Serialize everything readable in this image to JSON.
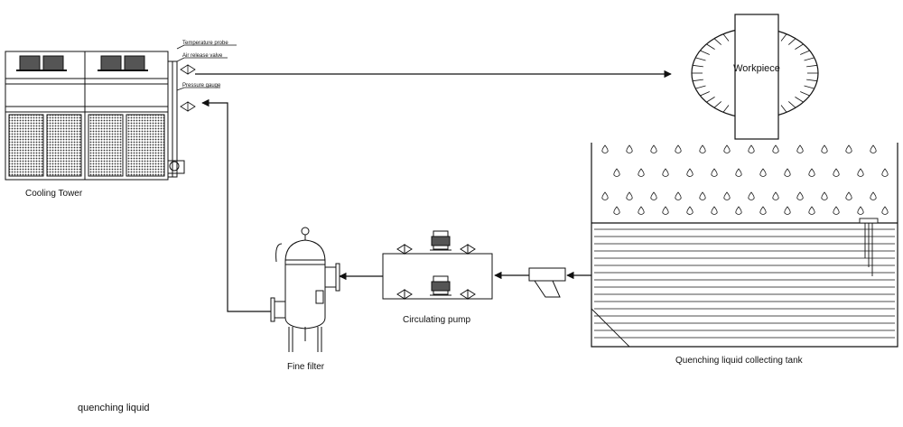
{
  "labels": {
    "cooling_tower": "Cooling Tower",
    "temperature_probe": "Temperature probe",
    "air_release_valve": "Air release valve",
    "pressure_gauge": "Pressure gauge",
    "workpiece": "Workpiece",
    "fine_filter": "Fine filter",
    "circulating_pump": "Circulating pump",
    "collecting_tank": "Quenching liquid collecting tank",
    "footer_caption": "quenching liquid"
  },
  "colors": {
    "line": "#111111",
    "background": "#ffffff"
  }
}
